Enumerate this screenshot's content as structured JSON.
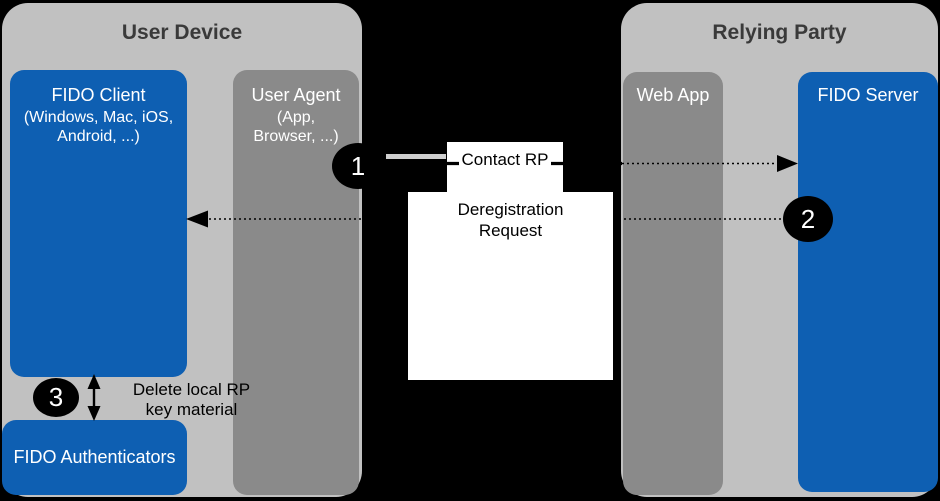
{
  "colors": {
    "background": "#000000",
    "container_fill": "#c1c1c1",
    "blue_component_fill": "#0e5fb2",
    "gray_component_fill": "#8a8a8a",
    "label_card_fill": "#ffffff",
    "container_title_text": "#3a3a3a",
    "component_text": "#ffffff",
    "connector": "#000000"
  },
  "user_device": {
    "title": "User Device",
    "fido_client": {
      "name": "FIDO Client",
      "platforms_line1": "(Windows, Mac, iOS,",
      "platforms_line2": "Android, ...)"
    },
    "user_agent": {
      "name": "User Agent",
      "kinds_line1": "(App,",
      "kinds_line2": "Browser, ...)"
    },
    "fido_authenticators": {
      "name": "FIDO Authenticators"
    }
  },
  "relying_party": {
    "title": "Relying Party",
    "web_app": {
      "name": "Web App"
    },
    "fido_server": {
      "name": "FIDO Server"
    }
  },
  "steps": [
    {
      "number": "1",
      "label": "Contact RP"
    },
    {
      "number": "2",
      "label_line1": "Deregistration",
      "label_line2": "Request"
    },
    {
      "number": "3",
      "label_line1": "Delete local RP",
      "label_line2": "key material"
    }
  ]
}
